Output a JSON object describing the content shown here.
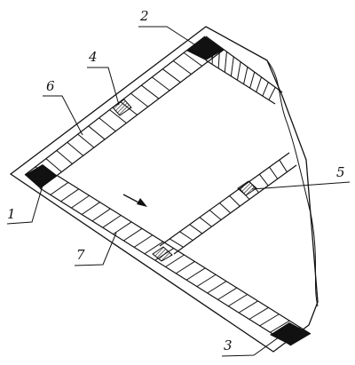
{
  "diagram": {
    "labels": {
      "l1": "1",
      "l2": "2",
      "l3": "3",
      "l4": "4",
      "l5": "5",
      "l6": "6",
      "l7": "7"
    },
    "colors": {
      "line": "#111111",
      "corner_block": "#111111",
      "background": "#ffffff"
    }
  }
}
